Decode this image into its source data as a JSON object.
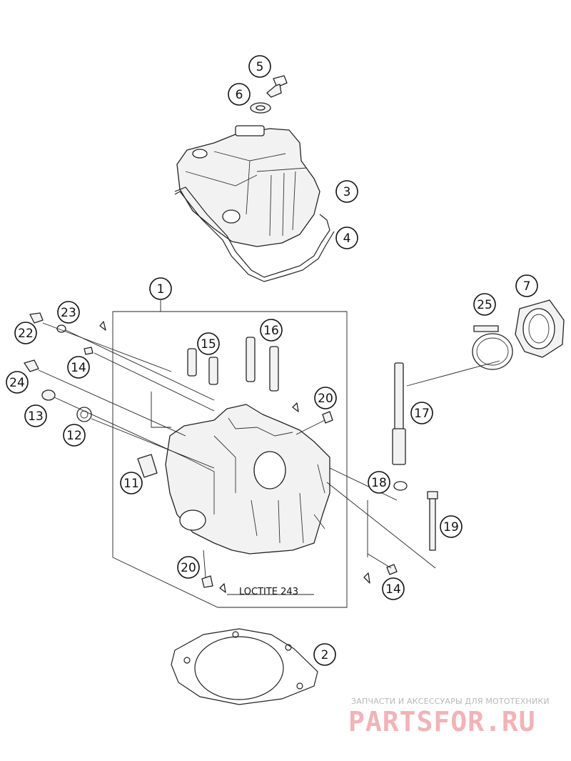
{
  "diagram": {
    "callouts": [
      "1",
      "2",
      "3",
      "4",
      "5",
      "6",
      "7",
      "11",
      "12",
      "13",
      "14",
      "14",
      "15",
      "16",
      "17",
      "18",
      "19",
      "20",
      "20",
      "22",
      "23",
      "24",
      "25"
    ],
    "note": "LOCTITE 243"
  },
  "watermark": {
    "tagline": "ЗАПЧАСТИ И АКСЕССУАРЫ ДЛЯ МОТОТЕХНИКИ",
    "logo_text": "PARTSFOR.RU"
  }
}
